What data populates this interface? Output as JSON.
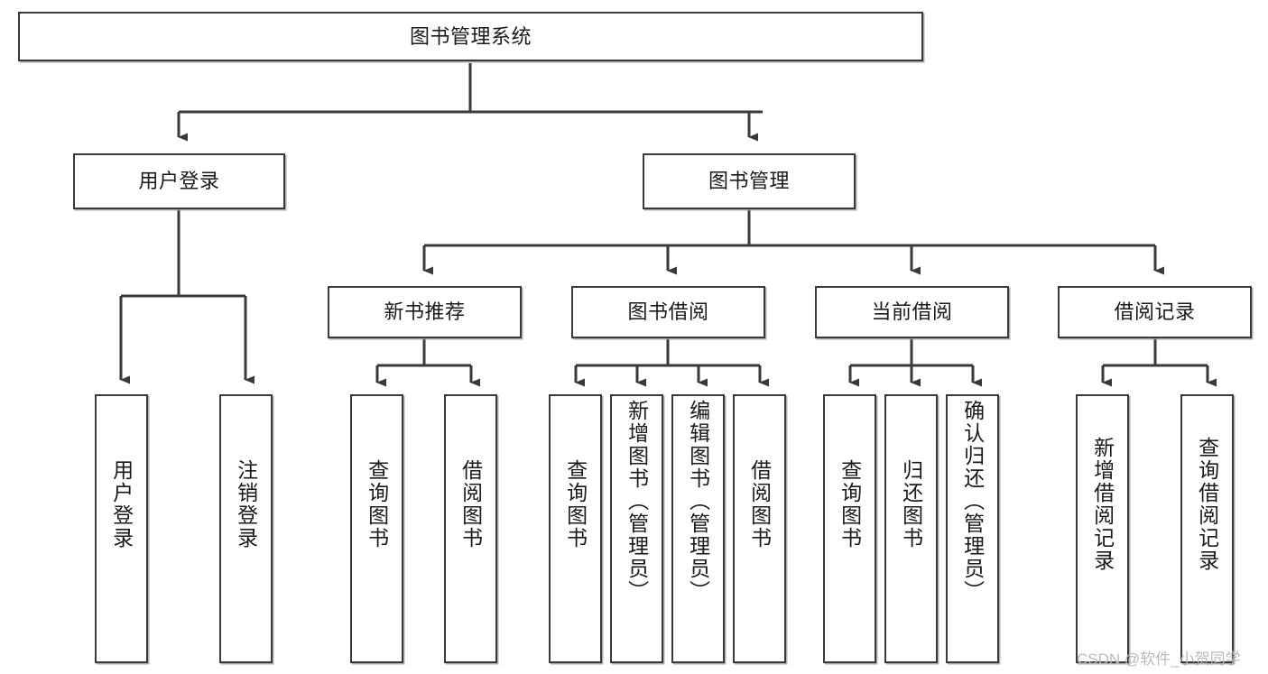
{
  "diagram": {
    "title": "图书管理系统",
    "type": "tree-hierarchy-chart",
    "stroke_color": "#3a3a3a",
    "fill_color": "#ffffff",
    "text_color": "#1a1a1a"
  },
  "nodes": {
    "root": {
      "label": "图书管理系统"
    },
    "level2": [
      {
        "label": "用户登录"
      },
      {
        "label": "图书管理"
      }
    ],
    "level3": [
      {
        "label": "新书推荐"
      },
      {
        "label": "图书借阅"
      },
      {
        "label": "当前借阅"
      },
      {
        "label": "借阅记录"
      }
    ],
    "leaves": {
      "user_login": [
        {
          "label": "用户登录"
        },
        {
          "label": "注销登录"
        }
      ],
      "new_book": [
        {
          "label": "查询图书"
        },
        {
          "label": "借阅图书"
        }
      ],
      "book_borrow": [
        {
          "label": "查询图书"
        },
        {
          "label": "新增图书（管理员）"
        },
        {
          "label": "编辑图书（管理员）"
        },
        {
          "label": "借阅图书"
        }
      ],
      "current_borrow": [
        {
          "label": "查询图书"
        },
        {
          "label": "归还图书"
        },
        {
          "label": "确认归还（管理员）"
        }
      ],
      "borrow_record": [
        {
          "label": "新增借阅记录"
        },
        {
          "label": "查询借阅记录"
        }
      ]
    }
  },
  "watermark": {
    "text": "CSDN @软件_小贺同学"
  }
}
